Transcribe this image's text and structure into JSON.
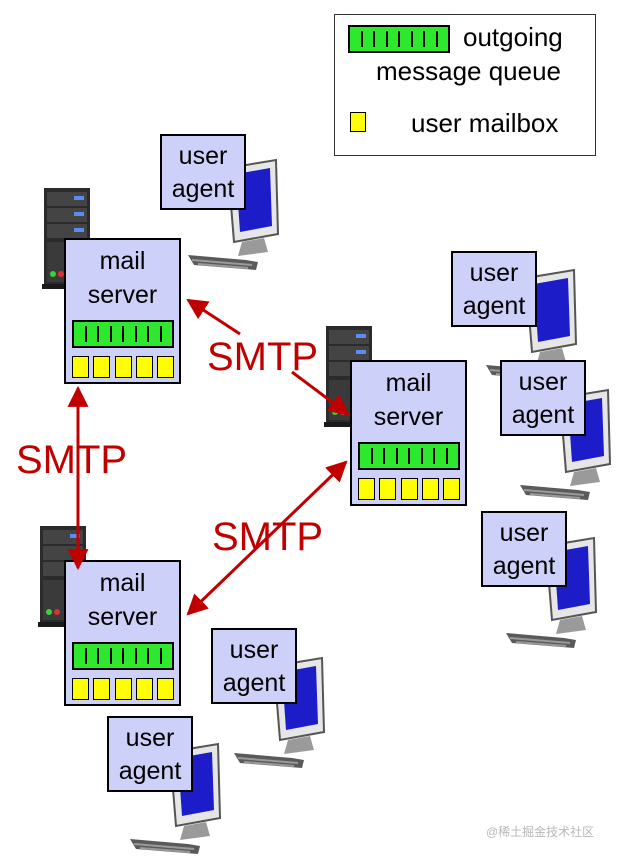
{
  "legend": {
    "queue_line1": "outgoing",
    "queue_line2": "message queue",
    "mailbox": "user mailbox"
  },
  "servers": [
    {
      "line1": "mail",
      "line2": "server"
    },
    {
      "line1": "mail",
      "line2": "server"
    },
    {
      "line1": "mail",
      "line2": "server"
    }
  ],
  "agents": [
    {
      "line1": "user",
      "line2": "agent"
    },
    {
      "line1": "user",
      "line2": "agent"
    },
    {
      "line1": "user",
      "line2": "agent"
    },
    {
      "line1": "user",
      "line2": "agent"
    },
    {
      "line1": "user",
      "line2": "agent"
    },
    {
      "line1": "user",
      "line2": "agent"
    }
  ],
  "protocol": {
    "smtp_top": "SMTP",
    "smtp_left": "SMTP",
    "smtp_bottom": "SMTP"
  },
  "watermark": "@稀土掘金技术社区",
  "colors": {
    "arrow": "#c00000",
    "box": "#cdd0f8",
    "queue": "#2ee82e",
    "mailbox": "#ffff00",
    "screen": "#1c1cc8"
  }
}
